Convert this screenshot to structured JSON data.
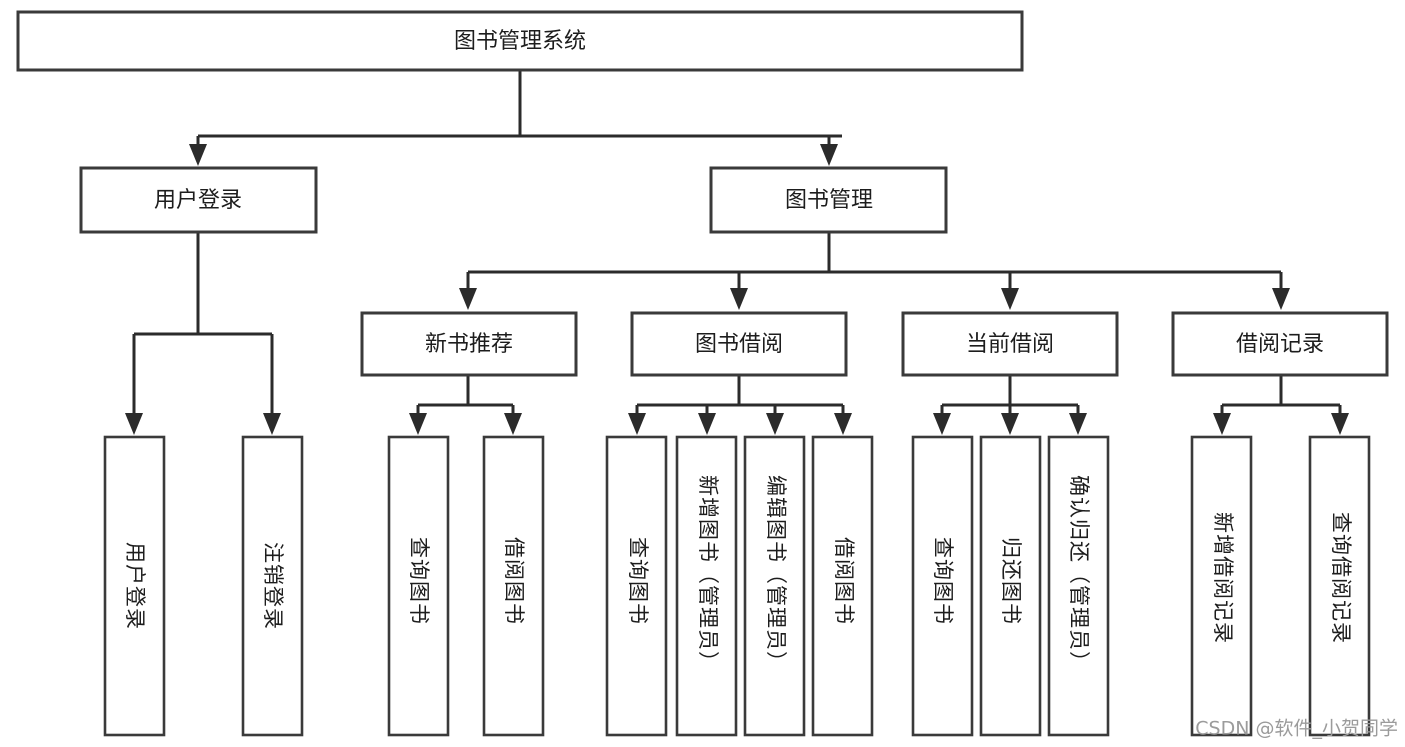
{
  "diagram": {
    "type": "tree",
    "title": "图书管理系统",
    "root": {
      "id": "root",
      "label": "图书管理系统"
    },
    "level2": [
      {
        "id": "user-login",
        "label": "用户登录"
      },
      {
        "id": "book-manage",
        "label": "图书管理"
      }
    ],
    "level3": [
      {
        "id": "new-book-recommend",
        "label": "新书推荐"
      },
      {
        "id": "book-borrow",
        "label": "图书借阅"
      },
      {
        "id": "current-borrow",
        "label": "当前借阅"
      },
      {
        "id": "borrow-record",
        "label": "借阅记录"
      }
    ],
    "leaves": [
      {
        "id": "leaf-user-login",
        "label": "用户登录",
        "parent": "user-login"
      },
      {
        "id": "leaf-user-logout",
        "label": "注销登录",
        "parent": "user-login"
      },
      {
        "id": "leaf-query-book-1",
        "label": "查询图书",
        "parent": "new-book-recommend"
      },
      {
        "id": "leaf-borrow-book-1",
        "label": "借阅图书",
        "parent": "new-book-recommend"
      },
      {
        "id": "leaf-query-book-2",
        "label": "查询图书",
        "parent": "book-borrow"
      },
      {
        "id": "leaf-add-book",
        "label": "新增图书（管理员）",
        "parent": "book-borrow"
      },
      {
        "id": "leaf-edit-book",
        "label": "编辑图书（管理员）",
        "parent": "book-borrow"
      },
      {
        "id": "leaf-borrow-book-2",
        "label": "借阅图书",
        "parent": "book-borrow"
      },
      {
        "id": "leaf-query-book-3",
        "label": "查询图书",
        "parent": "current-borrow"
      },
      {
        "id": "leaf-return-book",
        "label": "归还图书",
        "parent": "current-borrow"
      },
      {
        "id": "leaf-confirm-return",
        "label": "确认归还（管理员）",
        "parent": "current-borrow"
      },
      {
        "id": "leaf-add-record",
        "label": "新增借阅记录",
        "parent": "borrow-record"
      },
      {
        "id": "leaf-query-record",
        "label": "查询借阅记录",
        "parent": "borrow-record"
      }
    ],
    "colors": {
      "box_fill": "#ffffff",
      "box_stroke": "#3a3a3a",
      "connector": "#2b2b2b",
      "label": "#1d1d1d",
      "watermark": "#9b9b9b",
      "background": "#ffffff"
    }
  },
  "watermark": {
    "text": "CSDN @软件_小贺同学"
  }
}
